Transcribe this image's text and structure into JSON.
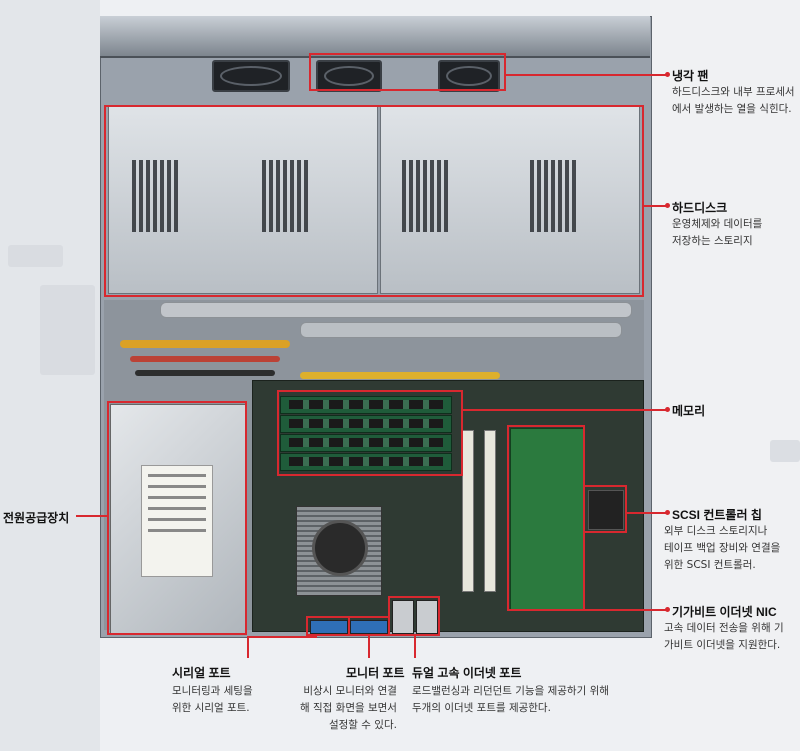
{
  "colors": {
    "accent": "#d8282f"
  },
  "callouts": {
    "fan": {
      "title": "냉각 팬",
      "lines": [
        "하드디스크와 내부 프로세서",
        "에서 발생하는 열을 식힌다."
      ]
    },
    "hdd": {
      "title": "하드디스크",
      "lines": [
        "운영체제와 데이터를",
        "저장하는 스토리지"
      ]
    },
    "memory": {
      "title": "메모리",
      "lines": []
    },
    "psu": {
      "title": "전원공급장치",
      "lines": []
    },
    "scsi": {
      "title": "SCSI 컨트롤러 칩",
      "lines": [
        "외부 디스크 스토리지나",
        "테이프 백업 장비와 연결을",
        "위한 SCSI 컨트롤러."
      ]
    },
    "nic": {
      "title": "기가비트 이더넷 NIC",
      "lines": [
        "고속 데이터 전송을 위해 기",
        "가비트 이더넷을 지원한다."
      ]
    },
    "serial": {
      "title": "시리얼 포트",
      "lines": [
        "모니터링과 세팅을",
        "위한 시리얼 포트."
      ]
    },
    "monitor": {
      "title": "모니터 포트",
      "lines": [
        "비상시 모니터와 연결",
        "해 직접 화면을 보면서",
        "설정할 수 있다."
      ]
    },
    "dual_eth": {
      "title": "듀얼 고속 이더넷 포트",
      "lines": [
        "로드밸런싱과 리던던트 기능을 제공하기 위해",
        "두개의 이더넷 포트를 제공한다."
      ]
    }
  }
}
